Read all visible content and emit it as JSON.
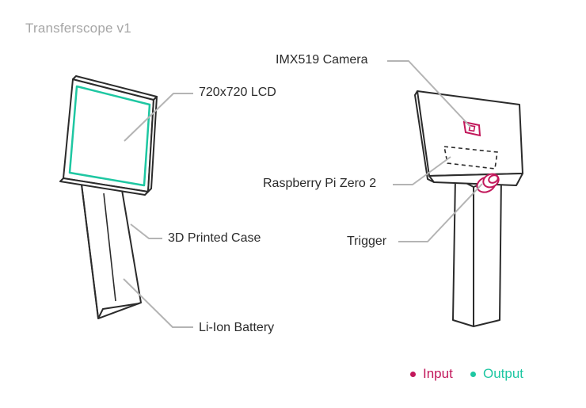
{
  "title": "Transferscope v1",
  "labels": {
    "lcd": "720x720 LCD",
    "case": "3D Printed Case",
    "battery": "Li-Ion Battery",
    "camera": "IMX519 Camera",
    "pi": "Raspberry Pi Zero 2",
    "trigger": "Trigger"
  },
  "legend": {
    "input": {
      "label": "Input",
      "color": "#c2185b"
    },
    "output": {
      "label": "Output",
      "color": "#1ec7a2"
    }
  },
  "colors": {
    "outline": "#2b2b2b",
    "leader": "#b4b4b4",
    "title": "#a6a6a6"
  }
}
